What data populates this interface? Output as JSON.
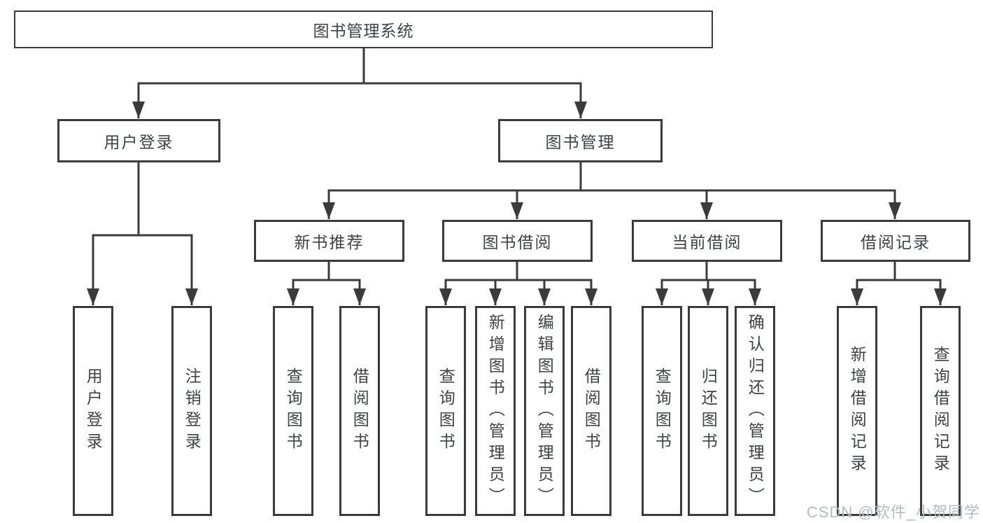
{
  "colors": {
    "line": "#3b3b3b",
    "text": "#3f4245",
    "watermark": "#b5bbc2",
    "background": "#ffffff"
  },
  "watermark": {
    "text": "CSDN @软件_小贺同学"
  },
  "tree": {
    "root": {
      "label": "图书管理系统"
    },
    "branches": [
      {
        "label": "用户登录",
        "children": [
          "用户登录",
          "注销登录"
        ]
      },
      {
        "label": "图书管理",
        "groups": [
          {
            "label": "新书推荐",
            "children": [
              "查询图书",
              "借阅图书"
            ]
          },
          {
            "label": "图书借阅",
            "children": [
              "查询图书",
              "新增图书（管理员）",
              "编辑图书（管理员）",
              "借阅图书"
            ]
          },
          {
            "label": "当前借阅",
            "children": [
              "查询图书",
              "归还图书",
              "确认归还（管理员）"
            ]
          },
          {
            "label": "借阅记录",
            "children": [
              "新增借阅记录",
              "查询借阅记录"
            ]
          }
        ]
      }
    ]
  }
}
